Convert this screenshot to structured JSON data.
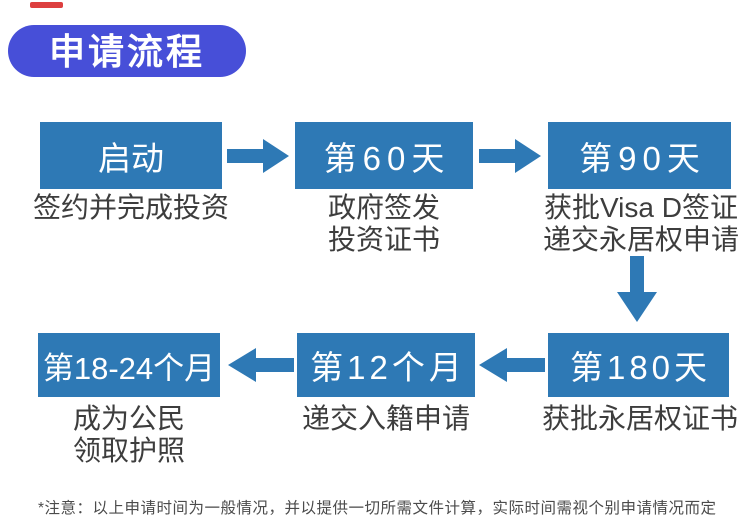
{
  "page": {
    "title": "申请流程",
    "footnote": "*注意：以上申请时间为一般情况，并以提供一切所需文件计算，实际时间需视个别申请情况而定"
  },
  "colors": {
    "title_pill_bg": "#474fd8",
    "flow_box_bg": "#2e79b5",
    "arrow_fill": "#2e79b5",
    "red_mark": "#dd3f3f",
    "caption_text": "#3d3d3d",
    "footnote_text": "#4b4b4b",
    "box_label_text": "#ffffff"
  },
  "icons": {
    "arrow_right": "right-block-arrow",
    "arrow_down": "down-block-arrow",
    "arrow_left": "left-block-arrow"
  },
  "flow": {
    "row1": [
      {
        "label": "启动",
        "caption": "签约并完成投资",
        "caption2": ""
      },
      {
        "label": "第60天",
        "caption": "政府签发",
        "caption2": "投资证书"
      },
      {
        "label": "第90天",
        "caption": "获批Visa D签证",
        "caption2": "递交永居权申请"
      }
    ],
    "row2": [
      {
        "label": "第180天",
        "caption": "获批永居权证书",
        "caption2": ""
      },
      {
        "label": "第12个月",
        "caption": "递交入籍申请",
        "caption2": ""
      },
      {
        "label": "第18-24个月",
        "caption": "成为公民",
        "caption2": "领取护照"
      }
    ]
  }
}
